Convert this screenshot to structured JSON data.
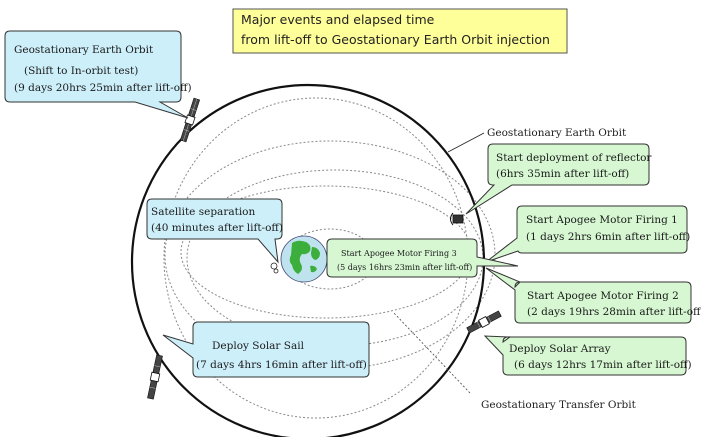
{
  "title": {
    "line1": "Major events and elapsed time",
    "line2": "from lift-off to Geostationary Earth Orbit injection"
  },
  "orbit_labels": {
    "geo": "Geostationary Earth Orbit",
    "gto": "Geostationary Transfer Orbit"
  },
  "callouts": {
    "geo_orbit": {
      "line1": "Geostationary Earth Orbit",
      "line2": "(Shift to In-orbit test)",
      "line3": "(9 days 20hrs 25min after lift-off)"
    },
    "reflector": {
      "line1": "Start deployment of reflector",
      "line2": "(6hrs 35min after lift-off)"
    },
    "separation": {
      "line1": "Satellite separation",
      "line2": "(40 minutes after lift-off)"
    },
    "amf1": {
      "line1": "Start Apogee Motor Firing 1",
      "line2": "(1 days 2hrs 6min after lift-off)"
    },
    "amf3": {
      "line1": "Start Apogee Motor Firing 3",
      "line2": "(5 days 16hrs 23min after lift-off)"
    },
    "amf2": {
      "line1": "Start Apogee Motor Firing 2",
      "line2": "(2 days 19hrs 28min after lift-off)"
    },
    "solar_sail": {
      "line1": "Deploy Solar Sail",
      "line2": "(7 days 4hrs 16min after lift-off)"
    },
    "solar_array": {
      "line1": "Deploy Solar Array",
      "line2": "(6 days 12hrs 17min after lift-off)"
    }
  },
  "colors": {
    "callout_blue": "#cdeffa",
    "callout_green": "#d6f7d2",
    "title_yellow": "#ffff99",
    "orbit_line": "#111111",
    "dotted_orbit": "#8a8a8a"
  }
}
